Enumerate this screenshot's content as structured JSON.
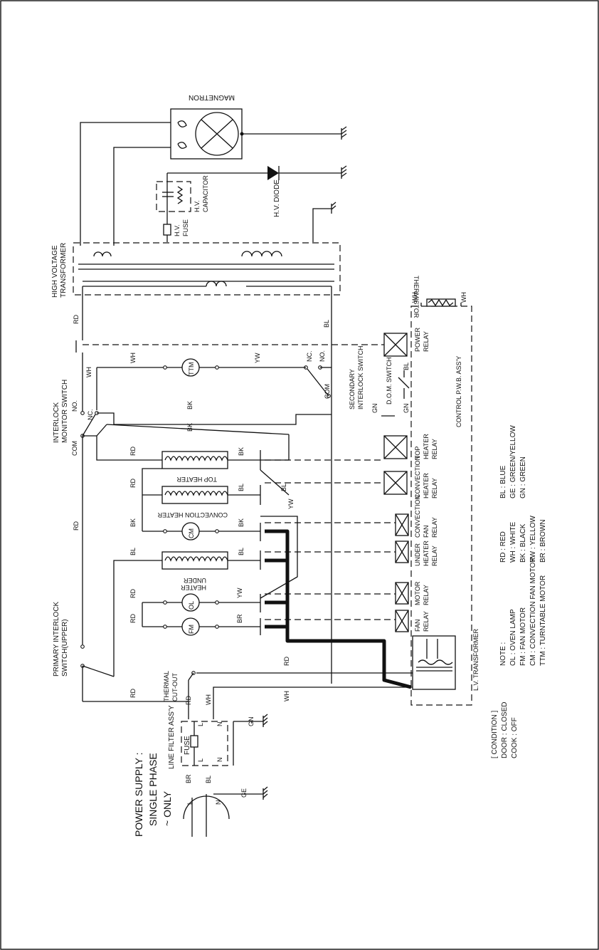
{
  "schematic": {
    "magnetron": "MAGNETRON",
    "hv_capacitor": [
      "H.V.",
      "CAPACITOR"
    ],
    "hv_diode": "H.V. DIODE",
    "hv_fuse": [
      "H.V.",
      "FUSE"
    ],
    "hv_transformer": [
      "HIGH VOLTAGE",
      "TRANSFORMER"
    ],
    "thermistor": "THERMISTOR",
    "power_relay": [
      "POWER",
      "RELAY"
    ],
    "secondary_interlock": [
      "SECONDARY",
      "INTERLOCK SWITCH"
    ],
    "dom_switch": "D.O.M. SWITCH",
    "control_pwb": "CONTROL P.W.B. ASS'Y",
    "interlock_monitor": [
      "INTERLOCK",
      "MONITOR SWITCH"
    ],
    "top_heater": "TOP HEATER",
    "convection_heater": "CONVECTION HEATER",
    "under_heater": [
      "UNDER",
      "HEATER"
    ],
    "ttm": "TTM",
    "cm": "CM",
    "ol": "OL",
    "fm": "FM",
    "top_heater_relay": [
      "TOP",
      "HEATER",
      "RELAY"
    ],
    "conv_heater_relay": [
      "CONVECTION",
      "HEATER",
      "RELAY"
    ],
    "conv_fan_relay": [
      "CONVECTION",
      "FAN",
      "RELAY"
    ],
    "under_heater_relay": [
      "UNDER",
      "HEATER",
      "RELAY"
    ],
    "motor_relay": [
      "MOTOR",
      "RELAY"
    ],
    "fan_relay": [
      "FAN",
      "RELAY"
    ],
    "lv_transformer": "L.V. TRANSFORMER",
    "primary_interlock": [
      "PRIMARY INTERLOCK",
      "SWITCH(UPPER)"
    ],
    "thermal_cutout": [
      "THERMAL",
      "CUT-OUT"
    ],
    "line_filter": "LINE FILTER ASS'Y",
    "fuse": "FUSE",
    "power_supply": [
      "POWER SUPPLY :",
      "SINGLE PHASE",
      "~ ONLY"
    ],
    "condition": [
      "[ CONDITION ]",
      "DOOR : CLOSED",
      "COOK : OFF"
    ]
  },
  "wire_labels": {
    "RD": "RD",
    "WH": "WH",
    "BL": "BL",
    "BK": "BK",
    "YW": "YW",
    "BR": "BR",
    "GN": "GN",
    "GE": "GE",
    "NO": "NO.",
    "NC": "NC.",
    "COM": "COM",
    "L": "L",
    "N": "N"
  },
  "notes": {
    "title": "NOTE :",
    "col1": [
      "OL : OVEN LAMP",
      "FM : FAN MOTOR",
      "CM : CONVECTION FAN MOTOR",
      "TTM : TURNTABLE MOTOR"
    ],
    "col2": [
      "RD : RED",
      "WH : WHITE",
      "BK : BLACK",
      "YW : YELLOW",
      "BR : BROWN"
    ],
    "col3": [
      "BL : BLUE",
      "GE : GREEN/YELLOW",
      "GN : GREEN"
    ]
  }
}
